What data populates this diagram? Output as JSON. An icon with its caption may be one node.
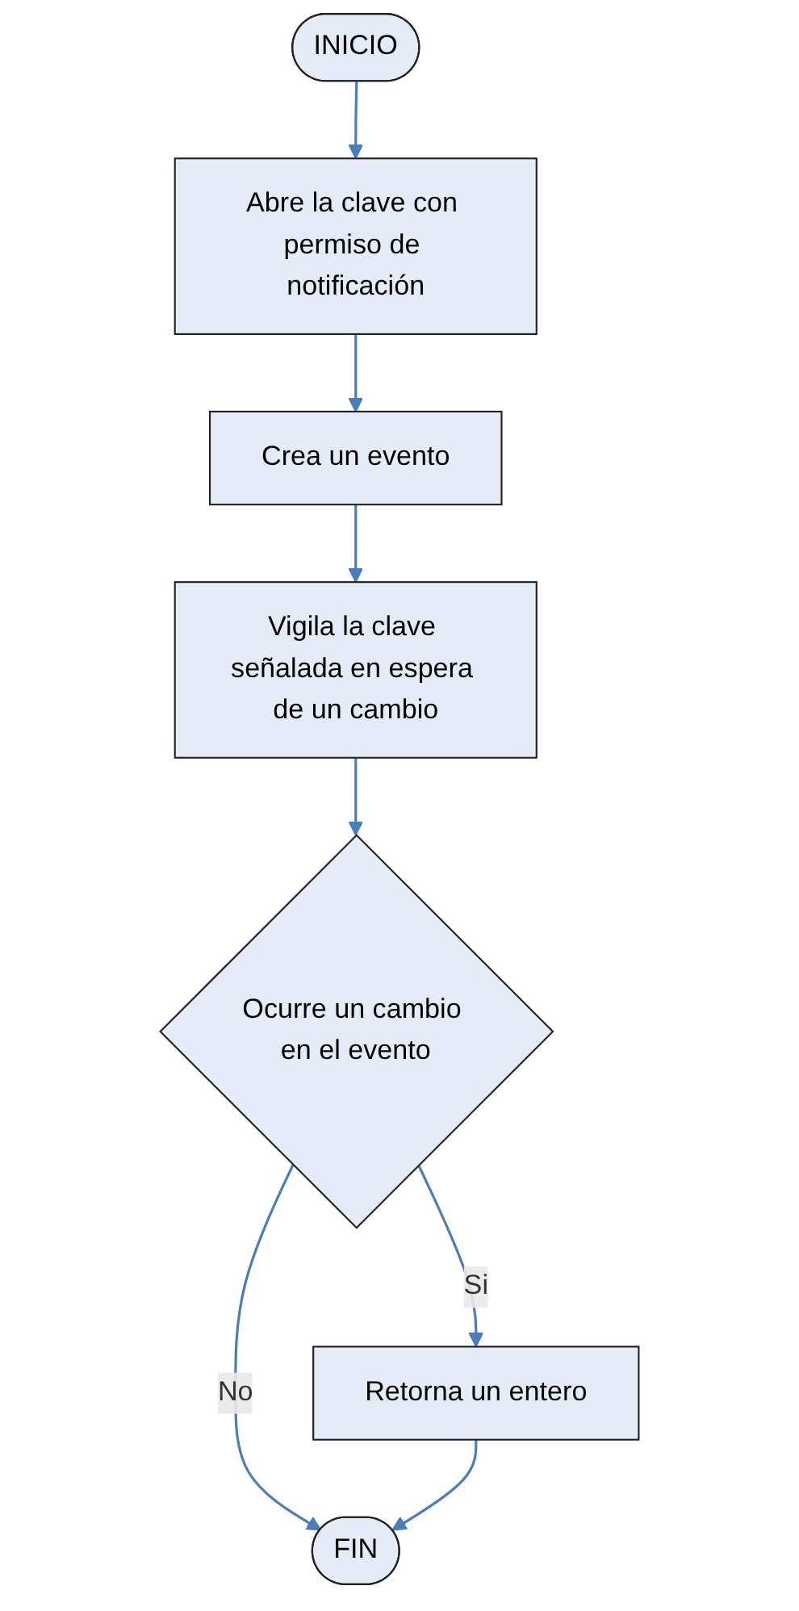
{
  "diagram": {
    "nodes": [
      {
        "text": [
          "INICIO"
        ]
      },
      {
        "text": [
          "Abre la clave con permiso de notificación"
        ]
      },
      {
        "text": [
          "Crea un evento"
        ]
      },
      {
        "text": [
          "Vigila la clave señalada en espera de un cambio"
        ]
      },
      {
        "text": [
          "Ocurre un cambio en el evento"
        ]
      },
      {
        "text": [
          "Retorna un entero"
        ]
      },
      {
        "text": [
          "FIN"
        ]
      }
    ],
    "edges": [
      {
        "from": 0,
        "to": 1,
        "arrow": "to"
      },
      {
        "from": 1,
        "to": 2,
        "arrow": "to"
      },
      {
        "from": 2,
        "to": 3,
        "arrow": "to"
      },
      {
        "from": 3,
        "to": 4,
        "arrow": "to"
      },
      {
        "from": 4,
        "to": 5,
        "label": "Si",
        "arrow": "to"
      },
      {
        "from": 4,
        "to": 6,
        "label": "No",
        "arrow": "to"
      },
      {
        "from": 5,
        "to": 6,
        "arrow": "to"
      }
    ]
  }
}
